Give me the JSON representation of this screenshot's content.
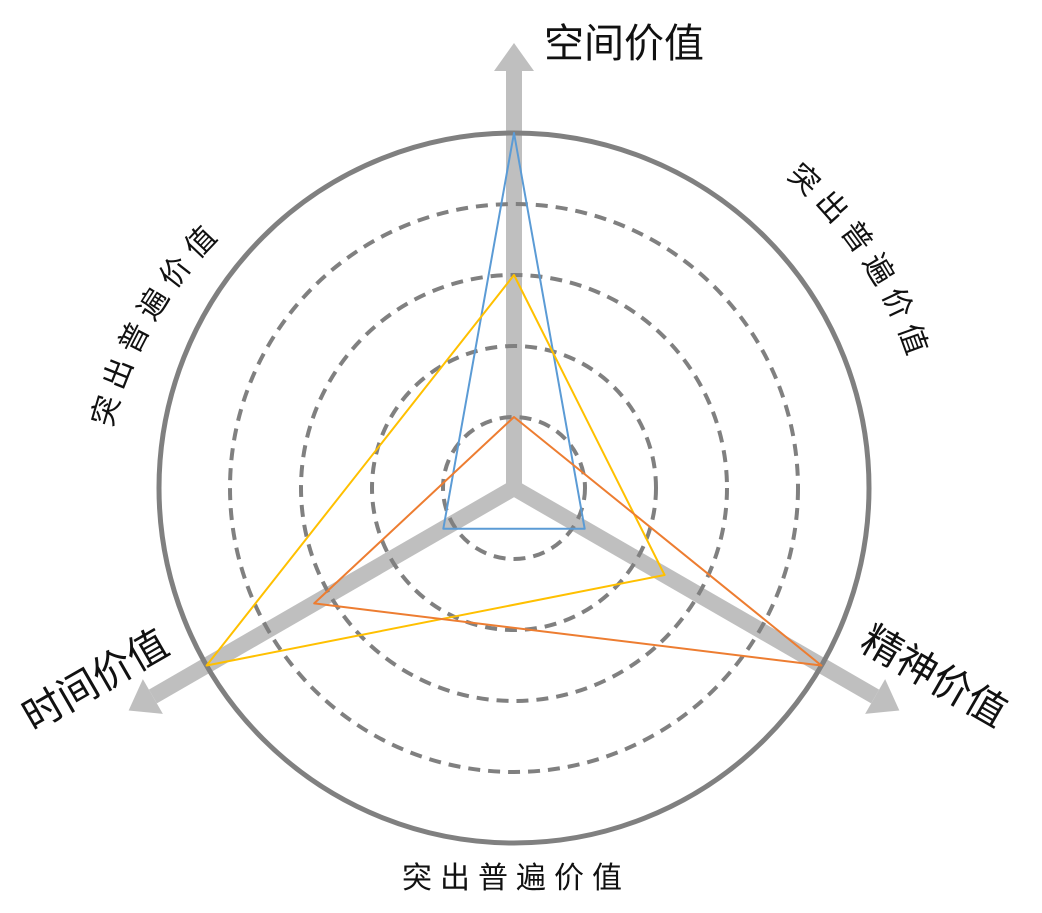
{
  "axes": {
    "top": "空间价值",
    "right": "精神价值",
    "left": "时间价值"
  },
  "ring_label": "突出普遍价值",
  "ring_levels": [
    0.2,
    0.4,
    0.6,
    0.8
  ],
  "colors": {
    "axis": "#bfbfbf",
    "outer_ring": "#808080",
    "dashed_rings": "#808080",
    "text": "#111111"
  },
  "series": [
    {
      "color": "#5b9bd5",
      "values": {
        "space": 1.0,
        "spirit": 0.23,
        "time": 0.23
      }
    },
    {
      "color": "#ffc000",
      "values": {
        "space": 0.6,
        "spirit": 0.49,
        "time": 1.0
      }
    },
    {
      "color": "#ed7d31",
      "values": {
        "space": 0.2,
        "spirit": 1.0,
        "time": 0.65
      }
    }
  ]
}
